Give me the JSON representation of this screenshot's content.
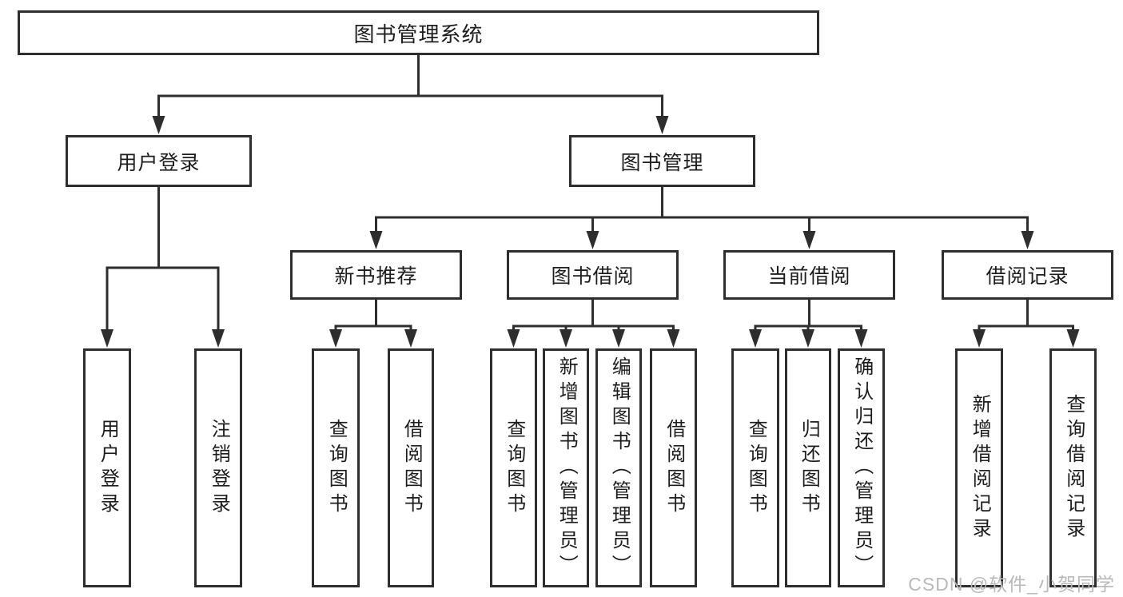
{
  "diagram": {
    "root": {
      "label": "图书管理系统"
    },
    "level2": [
      {
        "label": "用户登录",
        "parent": "图书管理系统"
      },
      {
        "label": "图书管理",
        "parent": "图书管理系统"
      }
    ],
    "level3": [
      {
        "label": "新书推荐",
        "parent": "图书管理"
      },
      {
        "label": "图书借阅",
        "parent": "图书管理"
      },
      {
        "label": "当前借阅",
        "parent": "图书管理"
      },
      {
        "label": "借阅记录",
        "parent": "图书管理"
      }
    ],
    "leaves": [
      {
        "label": "用户登录",
        "parent": "用户登录"
      },
      {
        "label": "注销登录",
        "parent": "用户登录"
      },
      {
        "label": "查询图书",
        "parent": "新书推荐"
      },
      {
        "label": "借阅图书",
        "parent": "新书推荐"
      },
      {
        "label": "查询图书",
        "parent": "图书借阅"
      },
      {
        "label": "新增图书（管理员）",
        "parent": "图书借阅"
      },
      {
        "label": "编辑图书（管理员）",
        "parent": "图书借阅"
      },
      {
        "label": "借阅图书",
        "parent": "图书借阅"
      },
      {
        "label": "查询图书",
        "parent": "当前借阅"
      },
      {
        "label": "归还图书",
        "parent": "当前借阅"
      },
      {
        "label": "确认归还（管理员）",
        "parent": "当前借阅"
      },
      {
        "label": "新增借阅记录",
        "parent": "借阅记录"
      },
      {
        "label": "查询借阅记录",
        "parent": "借阅记录"
      }
    ]
  },
  "watermark": {
    "text": "CSDN @软件_小贺同学"
  },
  "colors": {
    "line": "#2e2e2e",
    "text": "#1d1d1d",
    "box_fill": "#ffffff",
    "watermark": "#b9b9b9",
    "background": "#ffffff"
  }
}
